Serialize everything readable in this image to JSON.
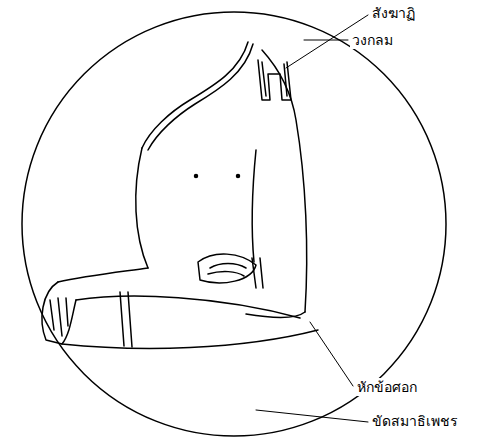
{
  "diagram": {
    "labels": [
      "สังฆาฏิ",
      "วงกลม",
      "หักข้อศอก",
      "ขัดสมาธิเพชร"
    ]
  }
}
